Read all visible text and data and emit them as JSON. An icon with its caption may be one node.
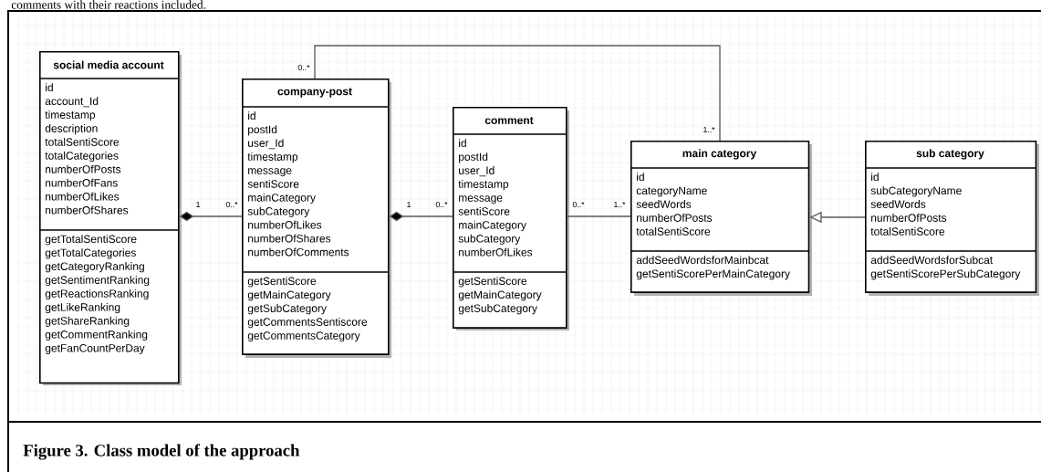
{
  "diagram": {
    "caption": "Figure 3. Class model of the approach",
    "nodes": [
      {
        "text": [
          "social media account",
          "id account_Id timestamp description totalSentiScore totalCategories numberOfPosts numberOfFans numberOfLikes numberOfShares",
          "getTotalSentiScore getTotalCategories getCategoryRanking getSentimentRanking getReactionsRanking getLikeRanking getShareRanking getCommentRanking getFanCountPerDay"
        ]
      },
      {
        "text": [
          "company-post",
          "id postId user_Id timestamp message sentiScore mainCategory subCategory numberOfLikes numberOfShares numberOfComments",
          "getSentiScore getMainCategory getSubCategory getCommentsSentiscore getCommentsCategory"
        ]
      },
      {
        "text": [
          "comment",
          "id postId user_Id timestamp message sentiScore mainCategory subCategory numberOfLikes",
          "getSentiScore getMainCategory getSubCategory"
        ]
      },
      {
        "text": [
          "main category",
          "id categoryName seedWords numberOfPosts totalSentiScore",
          "addSeedWordsforMainbcat getSentiScorePerMainCategory"
        ]
      },
      {
        "text": [
          "sub category",
          "id subCategoryName seedWords numberOfPosts totalSentiScore",
          "addSeedWordsforSubcat getSentiScorePerSubCategory"
        ]
      }
    ],
    "edges": [
      {
        "from": 0,
        "to": 1,
        "arrow": "other"
      },
      {
        "from": 1,
        "to": 2,
        "arrow": "other"
      },
      {
        "from": 2,
        "to": 3,
        "arrow": "none"
      },
      {
        "from": 1,
        "to": 3,
        "arrow": "none"
      },
      {
        "from": 4,
        "to": 3,
        "arrow": "to"
      }
    ],
    "labels": [
      "comments with their reactions included.",
      "0..*",
      "1..*",
      "1",
      "0..*",
      "1",
      "0..*",
      "0..*",
      "1..*"
    ]
  }
}
